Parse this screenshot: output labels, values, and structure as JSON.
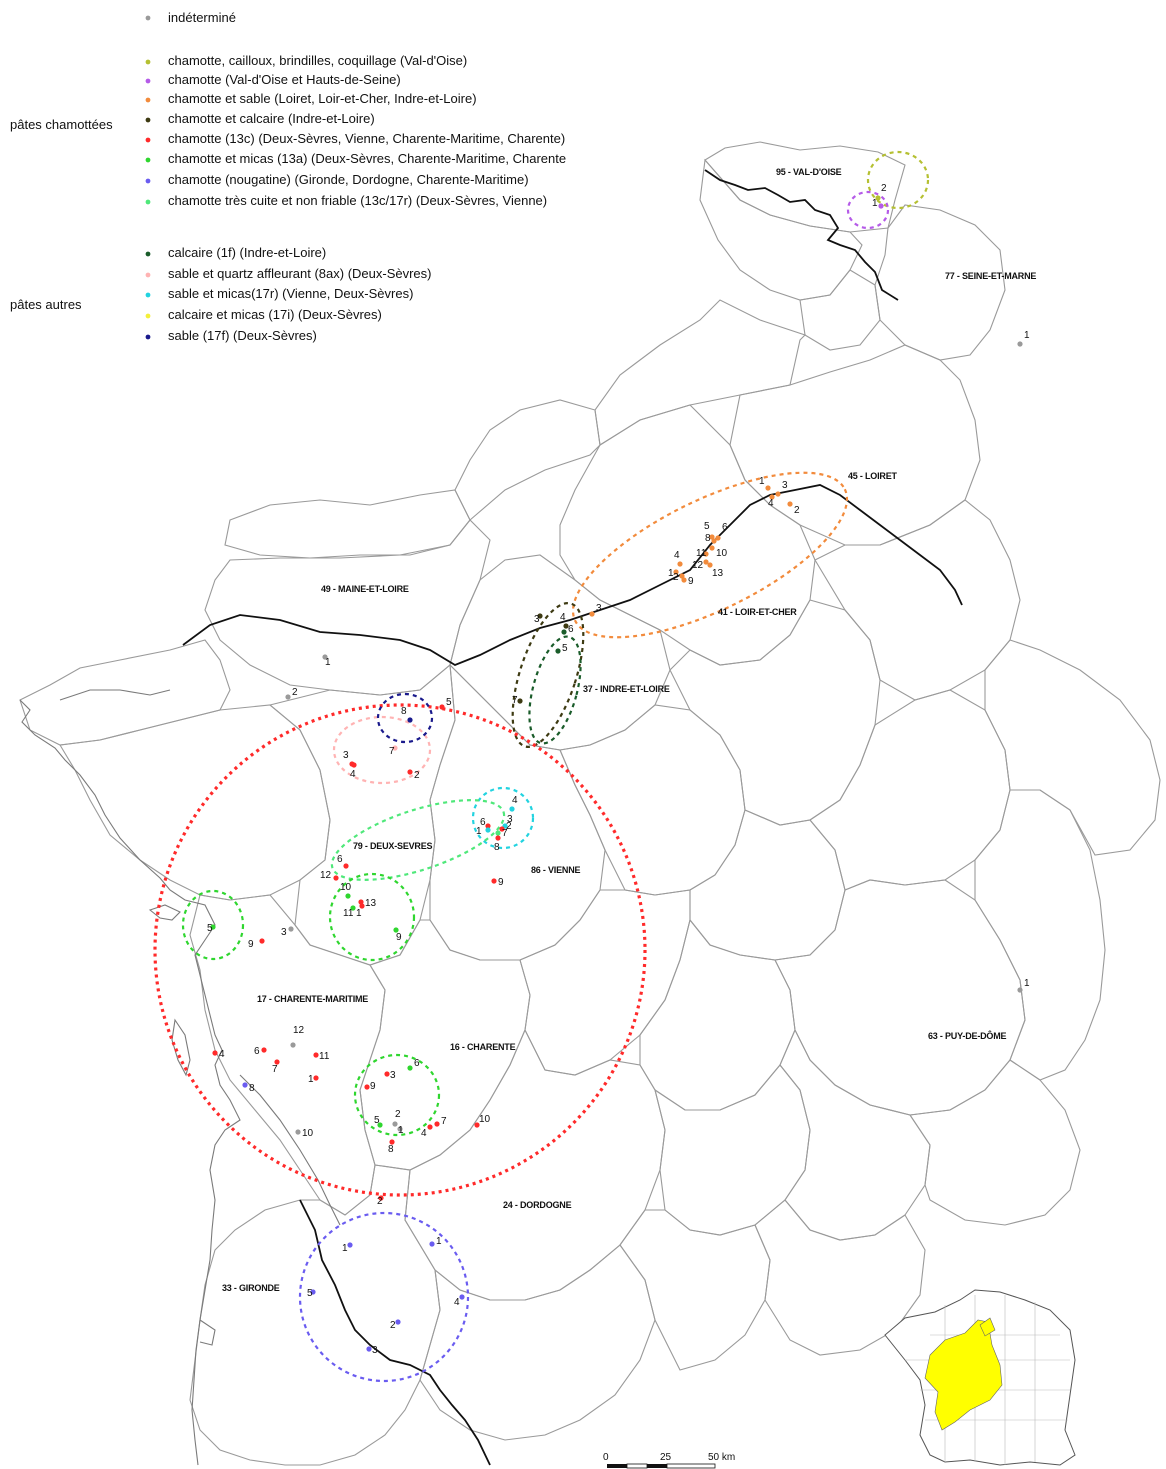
{
  "legend": {
    "undetermined": {
      "label": "indéterminé",
      "color": "#9a9a9a"
    },
    "group_chamotte_label": "pâtes chamottées",
    "group_chamotte": [
      {
        "label": "chamotte, cailloux, brindilles, coquillage (Val-d'Oise)",
        "color": "#b5c032"
      },
      {
        "label": "chamotte (Val-d'Oise et Hauts-de-Seine)",
        "color": "#b55be8"
      },
      {
        "label": "chamotte et sable (Loiret, Loir-et-Cher, Indre-et-Loire)",
        "color": "#f28b3c"
      },
      {
        "label": "chamotte et calcaire (Indre-et-Loire)",
        "color": "#3d3a12"
      },
      {
        "label": "chamotte (13c) (Deux-Sèvres, Vienne, Charente-Maritime, Charente)",
        "color": "#ff2a2a"
      },
      {
        "label": "chamotte et micas (13a) (Deux-Sèvres, Charente-Maritime, Charente",
        "color": "#2fd62f"
      },
      {
        "label": "chamotte (nougatine) (Gironde, Dordogne, Charente-Maritime)",
        "color": "#6a5cf0"
      },
      {
        "label": "chamotte très cuite et non friable (13c/17r) (Deux-Sèvres, Vienne)",
        "color": "#4fe87a"
      }
    ],
    "group_other_label": "pâtes autres",
    "group_other": [
      {
        "label": "calcaire (1f) (Indre-et-Loire)",
        "color": "#1a5c2a"
      },
      {
        "label": "sable et quartz affleurant (8ax) (Deux-Sèvres)",
        "color": "#ffb3b3"
      },
      {
        "label": "sable et micas(17r) (Vienne, Deux-Sèvres)",
        "color": "#22d3e0"
      },
      {
        "label": "calcaire et micas (17i) (Deux-Sèvres)",
        "color": "#f4f03a"
      },
      {
        "label": "sable (17f) (Deux-Sèvres)",
        "color": "#1a1a8c"
      }
    ]
  },
  "departments": [
    {
      "key": "val_oise",
      "label": "95 - VAL-D'OISE"
    },
    {
      "key": "seine_marne",
      "label": "77 - SEINE-ET-MARNE"
    },
    {
      "key": "loiret",
      "label": "45 - LOIRET"
    },
    {
      "key": "loir_cher",
      "label": "41 - LOIR-ET-CHER"
    },
    {
      "key": "maine_loire",
      "label": "49 - MAINE-ET-LOIRE"
    },
    {
      "key": "indre_loire",
      "label": "37 - INDRE-ET-LOIRE"
    },
    {
      "key": "deux_sevres",
      "label": "79 - DEUX-SEVRES"
    },
    {
      "key": "vienne",
      "label": "86 - VIENNE"
    },
    {
      "key": "charente_maritime",
      "label": "17 - CHARENTE-MARITIME"
    },
    {
      "key": "charente",
      "label": "16 - CHARENTE"
    },
    {
      "key": "dordogne",
      "label": "24 - DORDOGNE"
    },
    {
      "key": "gironde",
      "label": "33 - GIRONDE"
    },
    {
      "key": "puy_dome",
      "label": "63 - PUY-DE-DÔME"
    }
  ],
  "sites": [
    {
      "n": "1",
      "c": "#9a9a9a"
    },
    {
      "n": "1",
      "c": "#9a9a9a"
    },
    {
      "n": "1",
      "c": "#9a9a9a"
    },
    {
      "n": "2",
      "c": "#9a9a9a"
    },
    {
      "n": "1",
      "c": "#b55be8"
    },
    {
      "n": "2",
      "c": "#b5c032"
    },
    {
      "n": "1",
      "c": "#f28b3c"
    },
    {
      "n": "3",
      "c": "#f28b3c"
    },
    {
      "n": "4",
      "c": "#f28b3c"
    },
    {
      "n": "2",
      "c": "#f28b3c"
    },
    {
      "n": "5",
      "c": "#f28b3c"
    },
    {
      "n": "6",
      "c": "#f28b3c"
    },
    {
      "n": "8",
      "c": "#f28b3c"
    },
    {
      "n": "10",
      "c": "#f28b3c"
    },
    {
      "n": "11",
      "c": "#f28b3c"
    },
    {
      "n": "12",
      "c": "#f28b3c"
    },
    {
      "n": "13",
      "c": "#f28b3c"
    },
    {
      "n": "4",
      "c": "#f28b3c"
    },
    {
      "n": "1",
      "c": "#f28b3c"
    },
    {
      "n": "2",
      "c": "#f28b3c"
    },
    {
      "n": "9",
      "c": "#f28b3c"
    },
    {
      "n": "3",
      "c": "#f28b3c"
    },
    {
      "n": "3",
      "c": "#3d3a12"
    },
    {
      "n": "4",
      "c": "#3d3a12"
    },
    {
      "n": "6",
      "c": "#1a5c2a"
    },
    {
      "n": "5",
      "c": "#1a5c2a"
    },
    {
      "n": "7",
      "c": "#3d3a12"
    },
    {
      "n": "5",
      "c": "#ff2a2a"
    },
    {
      "n": "8",
      "c": "#1a1a8c"
    },
    {
      "n": "7",
      "c": "#ffb3b3"
    },
    {
      "n": "3",
      "c": "#ff2a2a"
    },
    {
      "n": "4",
      "c": "#ff2a2a"
    },
    {
      "n": "2",
      "c": "#ff2a2a"
    },
    {
      "n": "4",
      "c": "#22d3e0"
    },
    {
      "n": "3",
      "c": "#22d3e0"
    },
    {
      "n": "6",
      "c": "#ff2a2a"
    },
    {
      "n": "1",
      "c": "#22d3e0"
    },
    {
      "n": "2",
      "c": "#ff2a2a"
    },
    {
      "n": "7",
      "c": "#4fe87a"
    },
    {
      "n": "8",
      "c": "#ff2a2a"
    },
    {
      "n": "9",
      "c": "#ff2a2a"
    },
    {
      "n": "6",
      "c": "#ff2a2a"
    },
    {
      "n": "12",
      "c": "#ff2a2a"
    },
    {
      "n": "10",
      "c": "#2fd62f"
    },
    {
      "n": "13",
      "c": "#ff2a2a"
    },
    {
      "n": "11",
      "c": "#2fd62f"
    },
    {
      "n": "1",
      "c": "#ff2a2a"
    },
    {
      "n": "9",
      "c": "#2fd62f"
    },
    {
      "n": "5",
      "c": "#2fd62f"
    },
    {
      "n": "9",
      "c": "#ff2a2a"
    },
    {
      "n": "3",
      "c": "#9a9a9a"
    },
    {
      "n": "12",
      "c": "#9a9a9a"
    },
    {
      "n": "6",
      "c": "#ff2a2a"
    },
    {
      "n": "7",
      "c": "#ff2a2a"
    },
    {
      "n": "11",
      "c": "#ff2a2a"
    },
    {
      "n": "4",
      "c": "#ff2a2a"
    },
    {
      "n": "1",
      "c": "#ff2a2a"
    },
    {
      "n": "8",
      "c": "#6a5cf0"
    },
    {
      "n": "10",
      "c": "#9a9a9a"
    },
    {
      "n": "3",
      "c": "#ff2a2a"
    },
    {
      "n": "6",
      "c": "#2fd62f"
    },
    {
      "n": "9",
      "c": "#ff2a2a"
    },
    {
      "n": "5",
      "c": "#2fd62f"
    },
    {
      "n": "2",
      "c": "#9a9a9a"
    },
    {
      "n": "1",
      "c": "#9a9a9a"
    },
    {
      "n": "8",
      "c": "#ff2a2a"
    },
    {
      "n": "4",
      "c": "#ff2a2a"
    },
    {
      "n": "7",
      "c": "#ff2a2a"
    },
    {
      "n": "10",
      "c": "#ff2a2a"
    },
    {
      "n": "2",
      "c": "#ff2a2a"
    },
    {
      "n": "1",
      "c": "#6a5cf0"
    },
    {
      "n": "1",
      "c": "#6a5cf0"
    },
    {
      "n": "5",
      "c": "#6a5cf0"
    },
    {
      "n": "4",
      "c": "#6a5cf0"
    },
    {
      "n": "2",
      "c": "#6a5cf0"
    },
    {
      "n": "3",
      "c": "#6a5cf0"
    }
  ],
  "scale": {
    "ticks": [
      "0",
      "25",
      "50 km"
    ]
  },
  "inset": {
    "highlight_color": "#ffff00"
  }
}
